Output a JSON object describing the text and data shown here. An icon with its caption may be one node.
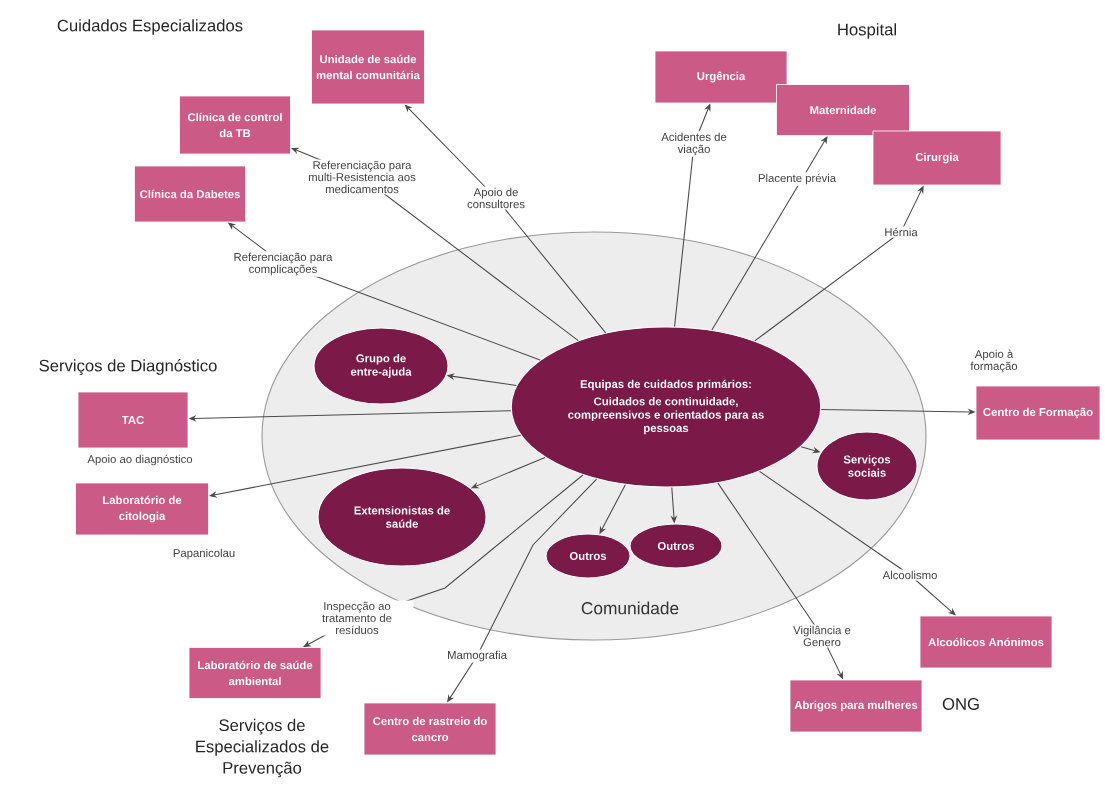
{
  "diagram": {
    "nodes": [
      {
        "text": [
          "Comunidade"
        ]
      },
      {
        "text": [
          "Equipas de cuidados primários:",
          "Cuidados de continuidade, compreensivos e orientados para as pessoas"
        ],
        "in": 0
      },
      {
        "text": [
          "Grupo de entre-ajuda"
        ],
        "in": 0
      },
      {
        "text": [
          "Extensionistas de saúde"
        ],
        "in": 0
      },
      {
        "text": [
          "Outros"
        ],
        "in": 0
      },
      {
        "text": [
          "Outros"
        ],
        "in": 0
      },
      {
        "text": [
          "Serviços sociais"
        ],
        "in": 0
      },
      {
        "text": [
          "Unidade de saúde mental comunitária"
        ]
      },
      {
        "text": [
          "Clínica de control da TB"
        ]
      },
      {
        "text": [
          "Clínica da Dabetes"
        ]
      },
      {
        "text": [
          "Urgência"
        ]
      },
      {
        "text": [
          "Maternidade"
        ]
      },
      {
        "text": [
          "Cirurgia"
        ]
      },
      {
        "text": [
          "TAC"
        ]
      },
      {
        "text": [
          "Laboratório de citologia"
        ]
      },
      {
        "text": [
          "Centro de Formação"
        ]
      },
      {
        "text": [
          "Laboratório de saúde ambiental"
        ]
      },
      {
        "text": [
          "Centro de rastreio do cancro"
        ]
      },
      {
        "text": [
          "Alcoólicos Anónimos"
        ]
      },
      {
        "text": [
          "Abrigos para mulheres"
        ]
      }
    ],
    "edges": [
      {
        "from": 1,
        "to": 7,
        "arrow": "to",
        "label": "Apoio de consultores"
      },
      {
        "from": 1,
        "to": 8,
        "arrow": "to",
        "label": "Referenciação para multi-Resistencia aos medicamentos"
      },
      {
        "from": 1,
        "to": 9,
        "arrow": "to",
        "label": "Referenciação para complicações"
      },
      {
        "from": 1,
        "to": 10,
        "arrow": "to",
        "label": "Acidentes de viação"
      },
      {
        "from": 1,
        "to": 11,
        "arrow": "to",
        "label": "Placente prévia"
      },
      {
        "from": 1,
        "to": 12,
        "arrow": "to",
        "label": "Hérnia"
      },
      {
        "from": 1,
        "to": 2,
        "arrow": "to"
      },
      {
        "from": 1,
        "to": 13,
        "arrow": "to",
        "label": "Apoio ao diagnóstico"
      },
      {
        "from": 1,
        "to": 14,
        "arrow": "to",
        "label": "Papanicolau"
      },
      {
        "from": 1,
        "to": 3,
        "arrow": "to"
      },
      {
        "from": 1,
        "to": 4,
        "arrow": "to"
      },
      {
        "from": 1,
        "to": 5,
        "arrow": "to"
      },
      {
        "from": 1,
        "to": 6,
        "arrow": "to"
      },
      {
        "from": 1,
        "to": 15,
        "arrow": "to",
        "label": "Apoio à formação"
      },
      {
        "from": 1,
        "to": 16,
        "arrow": "to",
        "label": "Inspecção ao tratamento de resíduos"
      },
      {
        "from": 1,
        "to": 17,
        "arrow": "to",
        "label": "Mamografia"
      },
      {
        "from": 1,
        "to": 18,
        "arrow": "to",
        "label": "Alcoolismo"
      },
      {
        "from": 1,
        "to": 19,
        "arrow": "to",
        "label": "Vigilância e Genero"
      }
    ],
    "labels": [
      "Cuidados Especializados",
      "Hospital",
      "Serviços de Diagnóstico",
      "Serviços de Especializados de Prevenção",
      "ONG"
    ]
  }
}
